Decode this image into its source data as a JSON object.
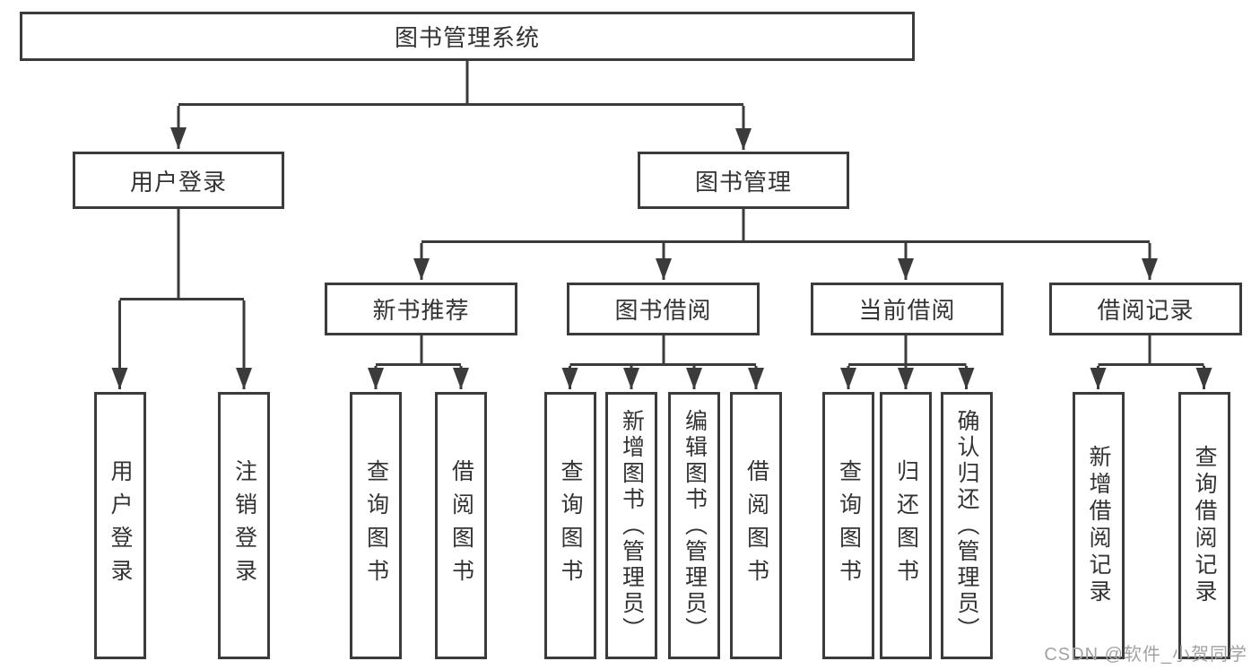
{
  "tree": {
    "label": "图书管理系统",
    "children": [
      {
        "label": "用户登录",
        "children": [
          {
            "label": "用户登录"
          },
          {
            "label": "注销登录"
          }
        ]
      },
      {
        "label": "图书管理",
        "children": [
          {
            "label": "新书推荐",
            "children": [
              {
                "label": "查询图书"
              },
              {
                "label": "借阅图书"
              }
            ]
          },
          {
            "label": "图书借阅",
            "children": [
              {
                "label": "查询图书"
              },
              {
                "label": "新增图书（管理员）"
              },
              {
                "label": "编辑图书（管理员）"
              },
              {
                "label": "借阅图书"
              }
            ]
          },
          {
            "label": "当前借阅",
            "children": [
              {
                "label": "查询图书"
              },
              {
                "label": "归还图书"
              },
              {
                "label": "确认归还（管理员）"
              }
            ]
          },
          {
            "label": "借阅记录",
            "children": [
              {
                "label": "新增借阅记录"
              },
              {
                "label": "查询借阅记录"
              }
            ]
          }
        ]
      }
    ]
  },
  "watermark": {
    "text": "CSDN @软件_小贺同学"
  },
  "colors": {
    "line": "#3b3b3b",
    "box_border": "#3b3b3b",
    "text": "#333333",
    "watermark": "#a3a3a3",
    "background": "#ffffff"
  }
}
